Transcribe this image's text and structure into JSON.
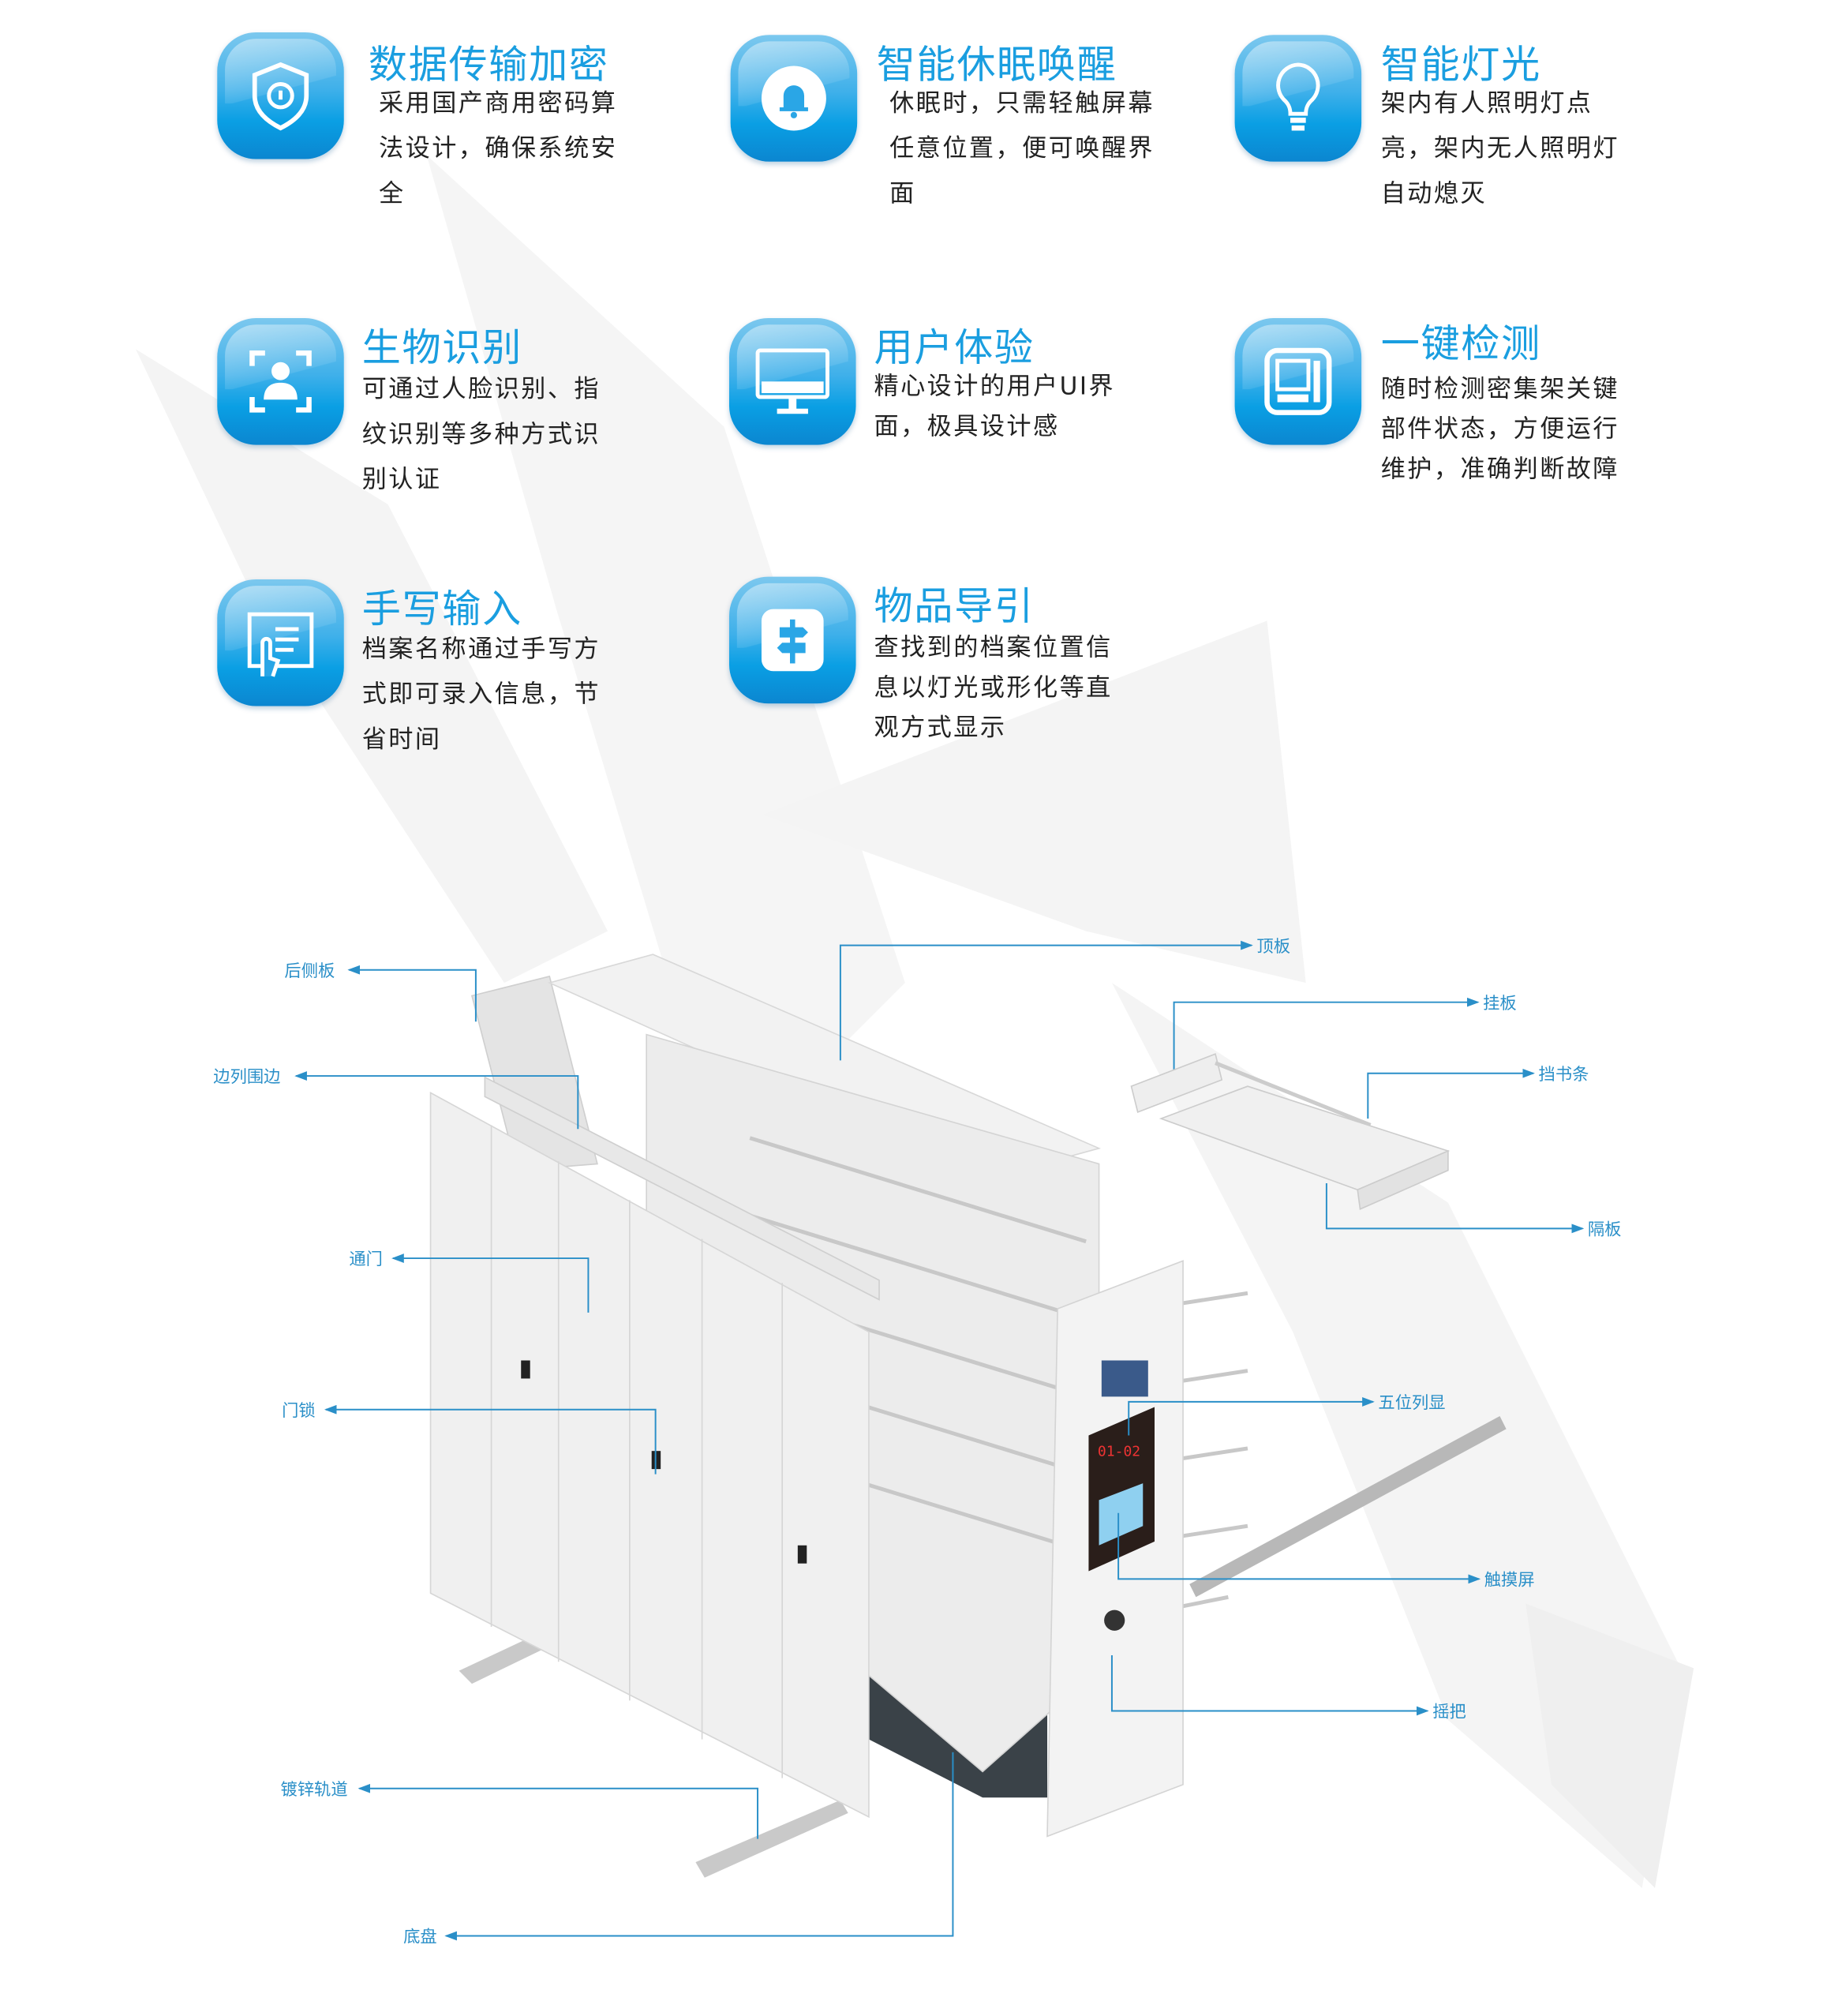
{
  "features": [
    {
      "icon": "shield-lock-icon",
      "title": "数据传输加密",
      "desc": "采用国产商用密码算法设计，确保系统安全"
    },
    {
      "icon": "bell-icon",
      "title": "智能休眠唤醒",
      "desc": "休眠时，只需轻触屏幕任意位置，便可唤醒界面"
    },
    {
      "icon": "lightbulb-icon",
      "title": "智能灯光",
      "desc": "架内有人照明灯点亮，架内无人照明灯自动熄灭"
    },
    {
      "icon": "face-scan-icon",
      "title": "生物识别",
      "desc": "可通过人脸识别、指纹识别等多种方式识别认证"
    },
    {
      "icon": "monitor-icon",
      "title": "用户体验",
      "desc": "精心设计的用户UI界面，极具设计感"
    },
    {
      "icon": "detect-panel-icon",
      "title": "一键检测",
      "desc": "随时检测密集架关键部件状态，方便运行维护，准确判断故障"
    },
    {
      "icon": "handwriting-icon",
      "title": "手写输入",
      "desc": "档案名称通过手写方式即可录入信息，节省时间"
    },
    {
      "icon": "signpost-icon",
      "title": "物品导引",
      "desc": "查找到的档案位置信息以灯光或形化等直观方式显示"
    }
  ],
  "diagram": {
    "labels": {
      "rear_panel": "后侧板",
      "side_trim": "边列围边",
      "door": "通门",
      "lock": "门锁",
      "rail": "镀锌轨道",
      "chassis": "底盘",
      "top_panel": "顶板",
      "hanging_plate": "挂板",
      "book_stop": "挡书条",
      "shelf": "隔板",
      "display": "五位列显",
      "touchscreen": "触摸屏",
      "crank": "摇把"
    },
    "display_readout": "01-02"
  },
  "colors": {
    "accent": "#1a9ee0",
    "leader": "#2a8fc8"
  }
}
